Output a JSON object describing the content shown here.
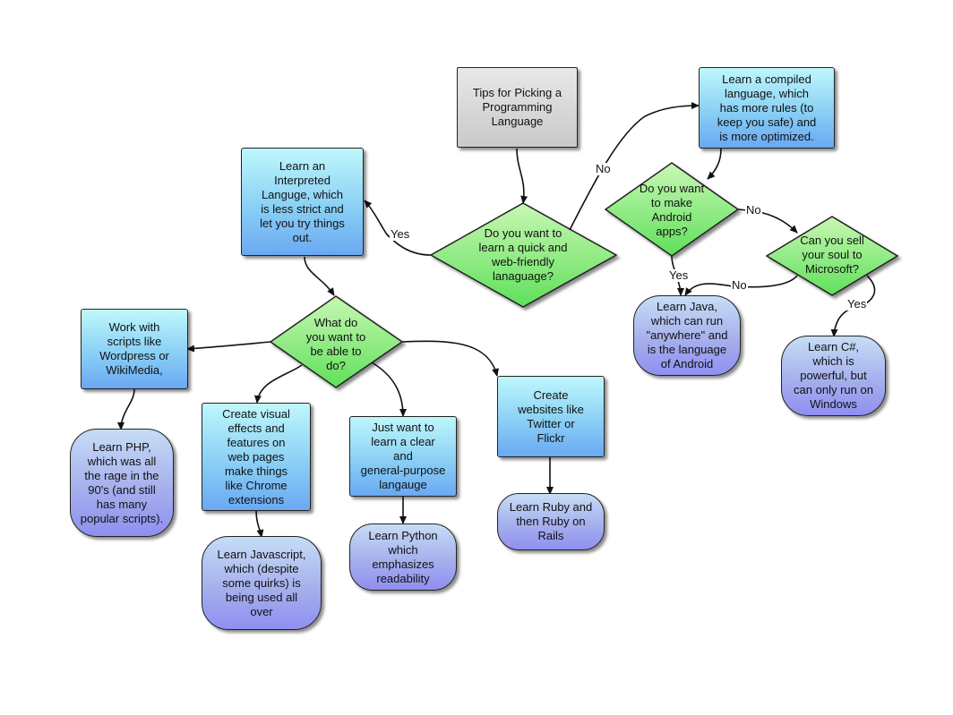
{
  "nodes": {
    "start": "Tips for Picking a\nProgramming\nLanguage",
    "q_quick": "Do you want to\nlearn a quick and\nweb-friendly\nlanaguage?",
    "interpreted": "Learn an\nInterpreted\nLanguge, which\nis less strict and\nlet you try things\nout.",
    "compiled": "Learn a compiled\nlanguage, which\nhas more rules (to\nkeep you safe) and\nis more optimized.",
    "q_android": "Do you want\nto make\nAndroid\napps?",
    "q_soul": "Can you sell\nyour soul to\nMicrosoft?",
    "java": "Learn Java,\nwhich can run\n\"anywhere\" and\nis the language\nof Android",
    "csharp": "Learn C#,\nwhich is\npowerful, but\ncan only run on\nWindows",
    "q_do": "What do\nyou want to\nbe able to\ndo?",
    "work_scripts": "Work with\nscripts like\nWordpress or\nWikiMedia,",
    "php": "Learn PHP,\nwhich was all\nthe rage in the\n90's (and still\nhas many\npopular scripts).",
    "visual": "Create visual\neffects and\nfeatures on\nweb pages\nmake things\nlike Chrome\nextensions",
    "javascript": "Learn Javascript,\nwhich (despite\nsome quirks) is\nbeing used all\nover",
    "general": "Just want to\nlearn a clear\nand\ngeneral-purpose\nlangauge",
    "python": "Learn Python\nwhich\nemphasizes\nreadability",
    "websites": "Create\nwebsites like\nTwitter or\nFlickr",
    "ruby": "Learn Ruby and\nthen Ruby on\nRails"
  },
  "edge_labels": {
    "yes_interpreted": "Yes",
    "no_compiled": "No",
    "no_android": "No",
    "yes_java": "Yes",
    "no_java": "No",
    "yes_csharp": "Yes"
  },
  "colors": {
    "process_box": "#8ad0f5",
    "start_box": "#c9c9c9",
    "decision": "#7fe86f",
    "terminal": "#a6b0ec",
    "line": "#111111"
  }
}
